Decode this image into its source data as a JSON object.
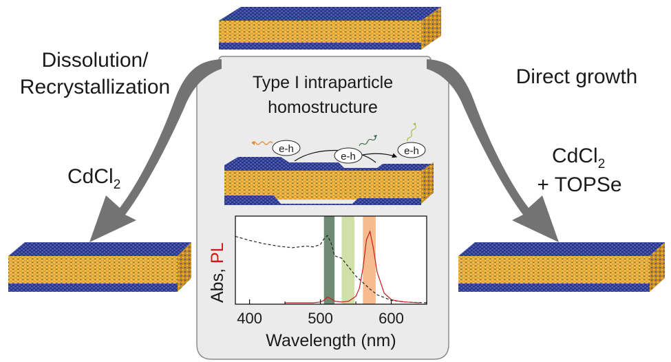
{
  "labels": {
    "left_method": [
      "Dissolution/",
      "Recrystallization"
    ],
    "right_method": "Direct growth",
    "left_reagent": {
      "main": "CdCl",
      "sub": "2"
    },
    "right_reagent": {
      "line1_main": "CdCl",
      "line1_sub": "2",
      "line2": "+ TOPSe"
    },
    "panel_title": [
      "Type I intraparticle",
      "homostructure"
    ],
    "exciton": "e-h"
  },
  "colors": {
    "panel_bg": "#ebebeb",
    "arrow": "#737373",
    "abs_line": "#222222",
    "pl_line": "#cc1a1a",
    "band_green": "#56775a",
    "band_lightgreen": "#c9d99b",
    "band_orange": "#f4b07c",
    "crystal_top": "#2e3b8f",
    "crystal_body": "#d99a2b"
  },
  "chart_data": {
    "type": "line",
    "xlabel": "Wavelength (nm)",
    "ylabel": [
      "Abs,",
      "PL"
    ],
    "xlim": [
      380,
      650
    ],
    "x_ticks": [
      400,
      500,
      600
    ],
    "y_ticks": [],
    "bands": [
      {
        "from": 505,
        "to": 520,
        "color": "band_green"
      },
      {
        "from": 530,
        "to": 548,
        "color": "band_lightgreen"
      },
      {
        "from": 560,
        "to": 578,
        "color": "band_orange"
      }
    ],
    "series": [
      {
        "name": "Abs",
        "style": "dashed",
        "x": [
          380,
          400,
          420,
          440,
          460,
          480,
          490,
          500,
          505,
          510,
          515,
          520,
          530,
          540,
          550,
          560,
          570,
          580,
          600,
          620,
          650
        ],
        "y": [
          0.82,
          0.77,
          0.73,
          0.7,
          0.68,
          0.7,
          0.69,
          0.72,
          0.79,
          0.83,
          0.74,
          0.58,
          0.55,
          0.44,
          0.33,
          0.25,
          0.17,
          0.1,
          0.03,
          0.01,
          0.0
        ]
      },
      {
        "name": "PL",
        "style": "solid",
        "x": [
          450,
          470,
          490,
          500,
          505,
          510,
          515,
          520,
          530,
          540,
          550,
          555,
          560,
          565,
          570,
          575,
          580,
          590,
          600,
          610,
          620,
          640
        ],
        "y": [
          0.0,
          0.0,
          0.0,
          0.01,
          0.03,
          0.07,
          0.05,
          0.02,
          0.01,
          0.02,
          0.08,
          0.18,
          0.42,
          0.78,
          0.88,
          0.66,
          0.38,
          0.12,
          0.04,
          0.02,
          0.01,
          0.0
        ]
      }
    ]
  }
}
